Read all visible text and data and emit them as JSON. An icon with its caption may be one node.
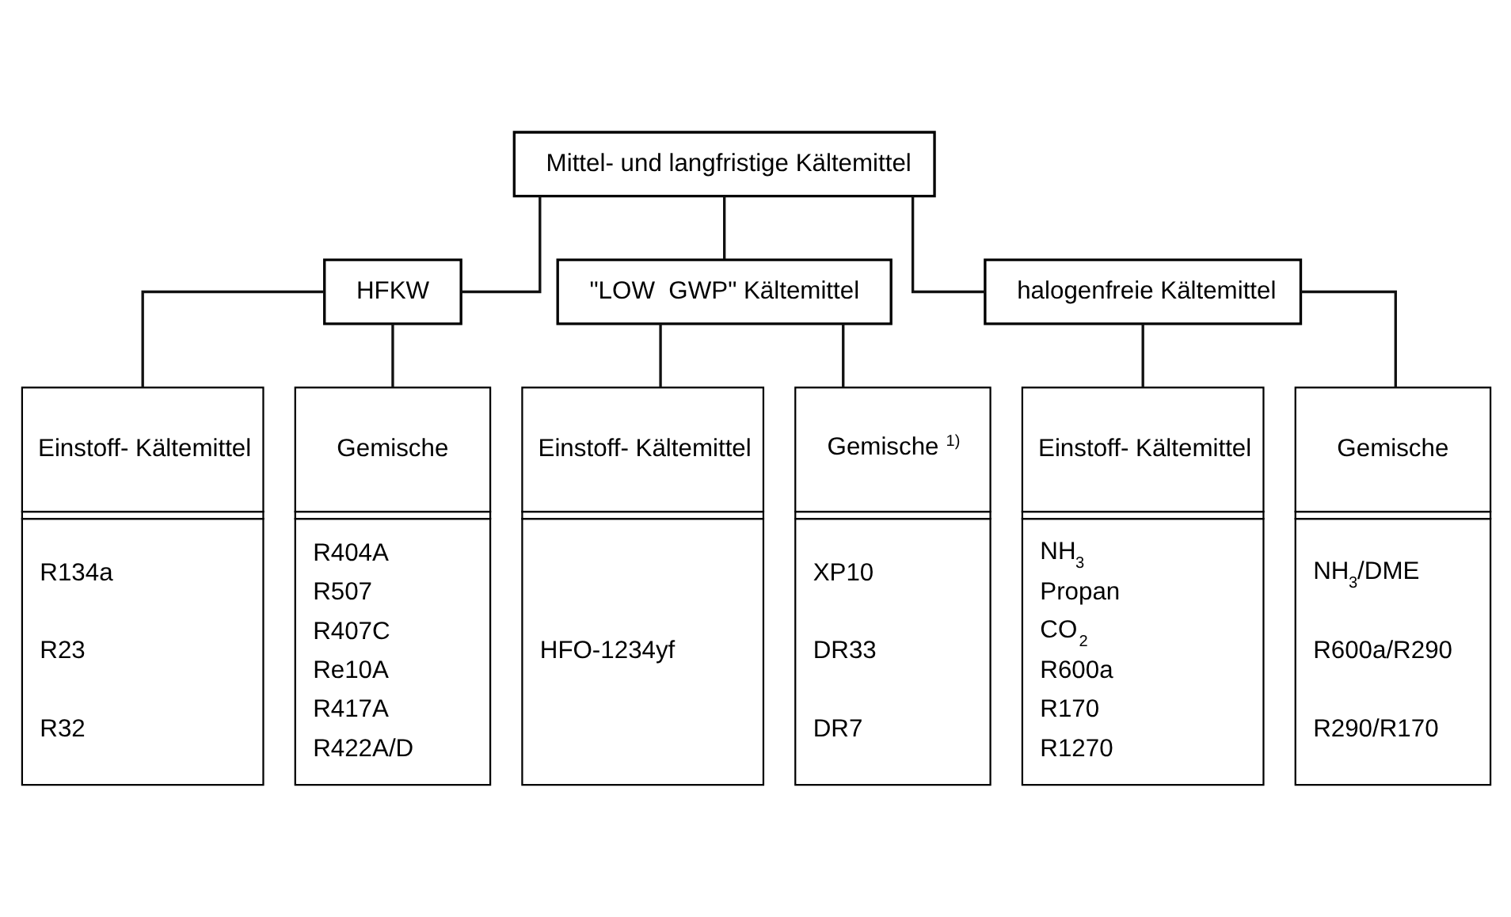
{
  "diagram": {
    "nodes": [
      {
        "text": [
          "Mittel- und langfristige Kältemittel"
        ]
      },
      {
        "text": [
          "HFKW"
        ]
      },
      {
        "text": [
          "\"LOW  GWP\" Kältemittel"
        ]
      },
      {
        "text": [
          "halogenfreie Kältemittel"
        ]
      },
      {
        "text": [
          "Einstoff- Kältemittel",
          "R134a R23 R32"
        ]
      },
      {
        "text": [
          "Gemische",
          "R404A R507 R407C Re10A R417A R422A/D"
        ]
      },
      {
        "text": [
          "Einstoff- Kältemittel",
          "HFO-1234yf"
        ]
      },
      {
        "text": [
          "Gemische $^{1)}$",
          "XP10 DR33 DR7"
        ]
      },
      {
        "text": [
          "Einstoff- Kältemittel",
          "NH$_{3}$ Propan CO$_{2}$ R600a R170 R1270"
        ]
      },
      {
        "text": [
          "Gemische",
          "NH$_{3}$/DME R600a/R290 R290/R170"
        ]
      }
    ],
    "edges": [
      {
        "from": 0,
        "to": 1,
        "arrow": "none"
      },
      {
        "from": 0,
        "to": 2,
        "arrow": "none"
      },
      {
        "from": 0,
        "to": 3,
        "arrow": "none"
      },
      {
        "from": 1,
        "to": 4,
        "arrow": "none"
      },
      {
        "from": 1,
        "to": 5,
        "arrow": "none"
      },
      {
        "from": 2,
        "to": 6,
        "arrow": "none"
      },
      {
        "from": 2,
        "to": 7,
        "arrow": "none"
      },
      {
        "from": 3,
        "to": 8,
        "arrow": "none"
      },
      {
        "from": 3,
        "to": 9,
        "arrow": "none"
      }
    ]
  }
}
